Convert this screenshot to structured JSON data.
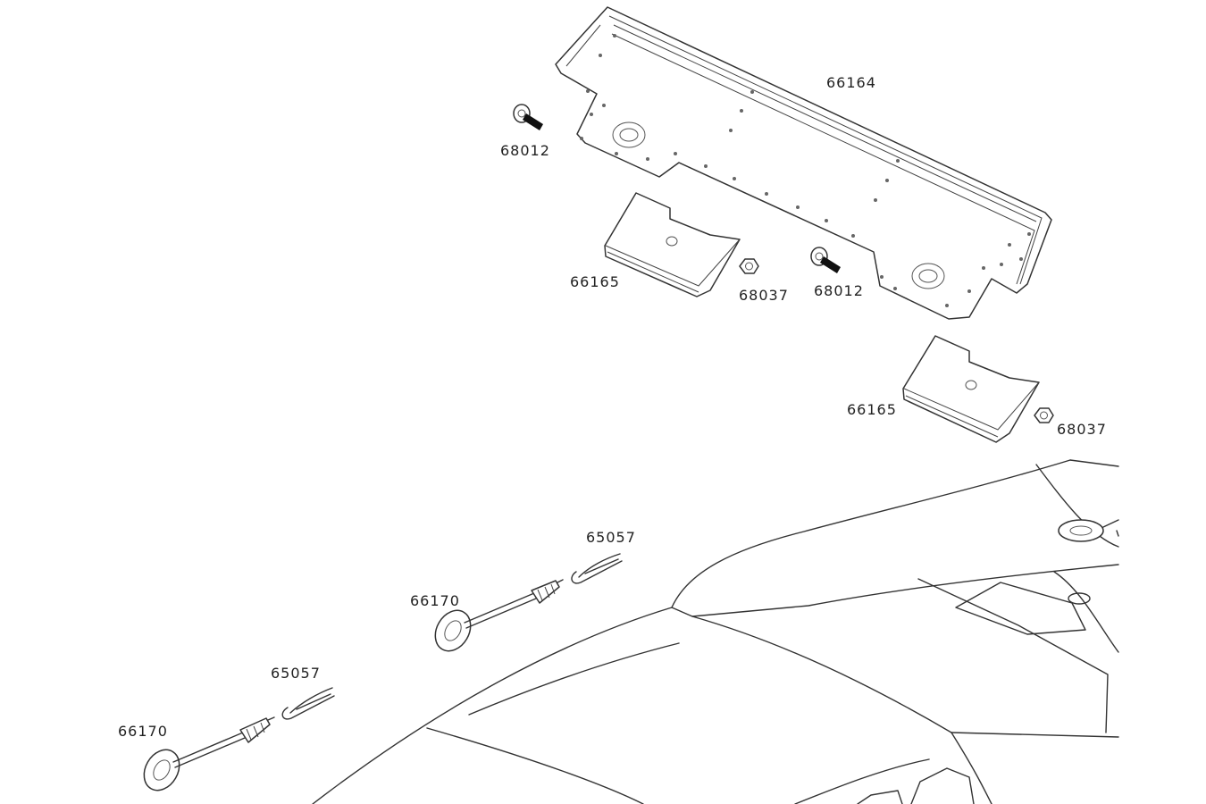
{
  "labels": {
    "wing": "66164",
    "screw_left": "68012",
    "screw_mid": "68012",
    "mount_left": "66165",
    "mount_right": "66165",
    "nut_left": "68037",
    "nut_right": "68037",
    "pin_upper": "66170",
    "pin_lower": "66170",
    "clip_upper": "65057",
    "clip_lower": "65057"
  },
  "colors": {
    "line": "#333333",
    "text": "#222222",
    "background": "#ffffff"
  },
  "icons": {
    "screw": "cap-screw-icon",
    "nut": "hex-nut-icon",
    "pin": "body-pin-icon",
    "clip": "body-clip-icon"
  }
}
